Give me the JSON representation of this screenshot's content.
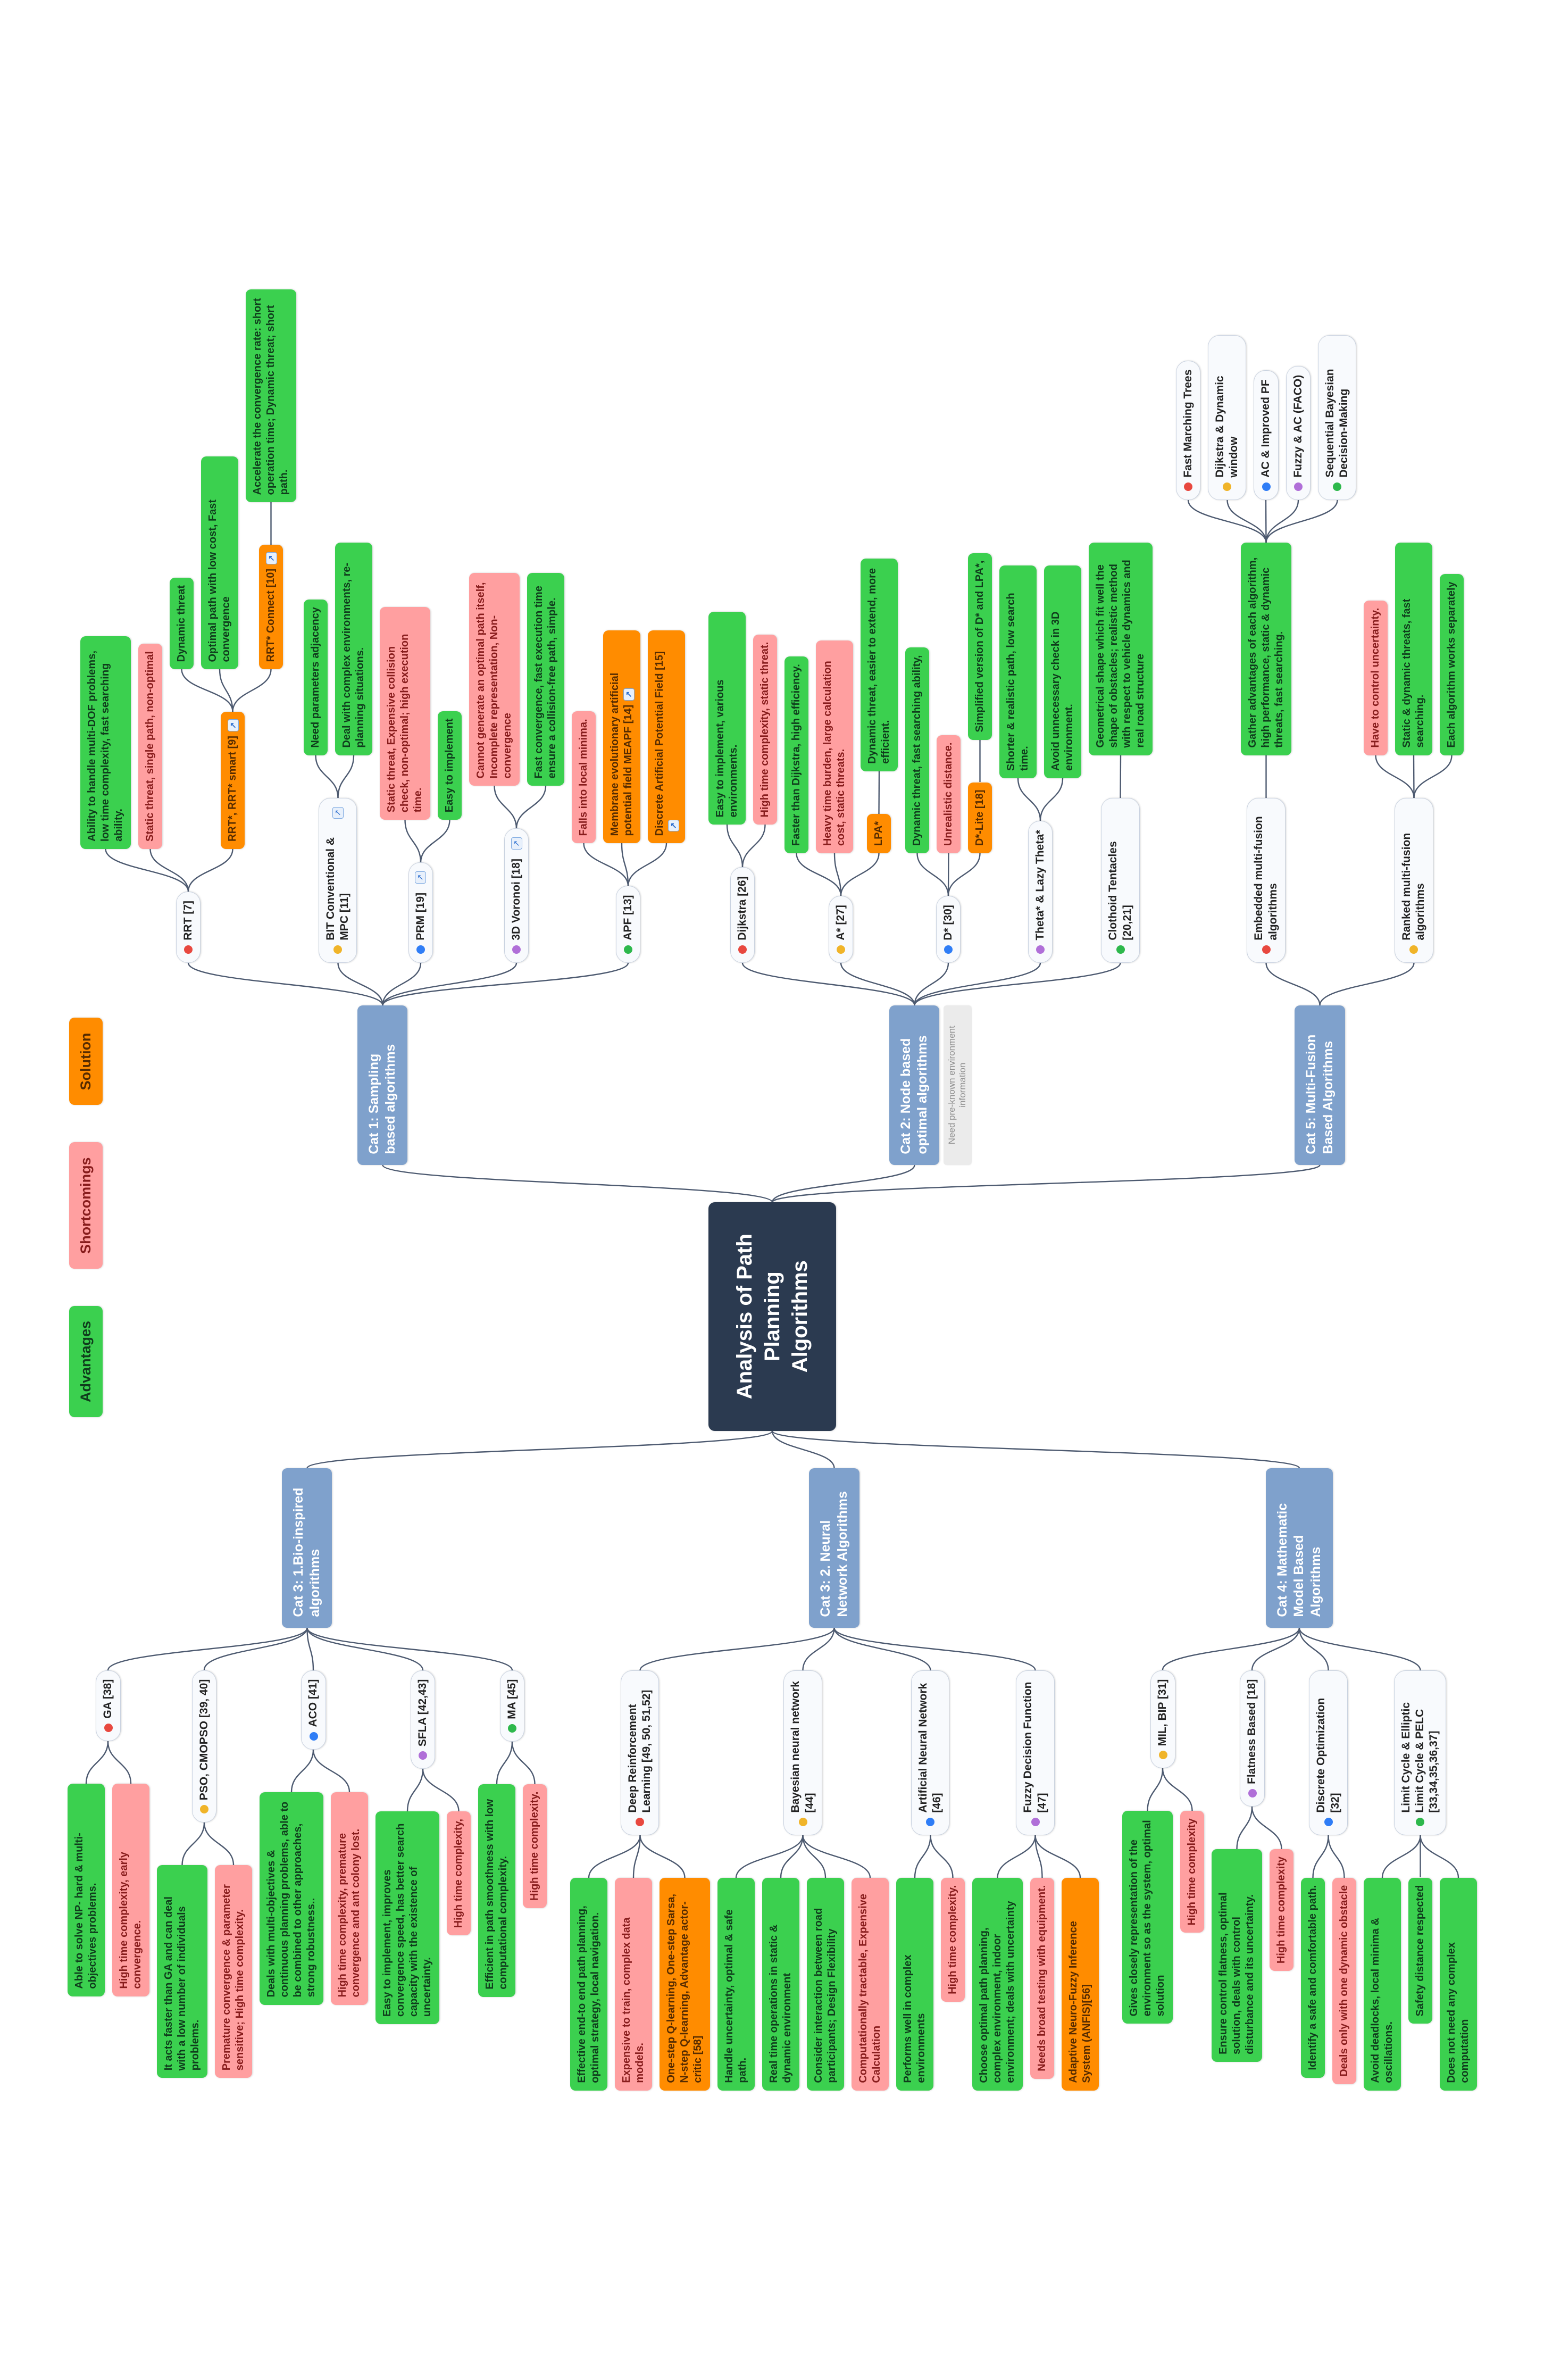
{
  "title": "Analysis of Path Planning Algorithms",
  "legend": [
    {
      "label": "Advantages",
      "type": "advantage"
    },
    {
      "label": "Shortcomings",
      "type": "shortcoming"
    },
    {
      "label": "Solution",
      "type": "solution"
    }
  ],
  "palette": {
    "advantage": "#3bd04f",
    "shortcoming": "#ff9fa0",
    "solution": "#ff8c00",
    "category": "#7fa1cc",
    "central": "#2b3a50",
    "connector": "#4d5a70",
    "dots": {
      "red": "#e8483f",
      "yellow": "#f0b429",
      "blue": "#2f7df6",
      "purple": "#b06fd8",
      "green": "#2eb84c"
    }
  },
  "right": [
    {
      "label": "Cat 1: Sampling based algorithms",
      "type": "category",
      "children": [
        {
          "label": "RRT [7]",
          "type": "algo",
          "dot": "red",
          "children": [
            {
              "label": "Ability to handle multi-DOF problems, low time complexity, fast searching ability.",
              "type": "advantage"
            },
            {
              "label": "Static threat, single path, non-optimal",
              "type": "shortcoming"
            },
            {
              "label": "RRT*, RRT* smart [9]",
              "type": "solution",
              "link": true,
              "children": [
                {
                  "label": "Dynamic threat",
                  "type": "advantage"
                },
                {
                  "label": "Optimal path with low cost, Fast convergence",
                  "type": "advantage"
                },
                {
                  "label": "RRT* Connect [10]",
                  "type": "solution",
                  "link": true,
                  "children": [
                    {
                      "label": "Accelerate the convergence rate: short operation time; Dynamic threat; short path.",
                      "type": "advantage"
                    }
                  ]
                }
              ]
            }
          ]
        },
        {
          "label": "BIT Conventional & MPC [11]",
          "type": "algo",
          "dot": "yellow",
          "link": true,
          "children": [
            {
              "label": "Need parameters adjacency",
              "type": "advantage"
            },
            {
              "label": "Deal with complex environments, re-planning situations.",
              "type": "advantage"
            }
          ]
        },
        {
          "label": "PRM [19]",
          "type": "algo",
          "dot": "blue",
          "link": true,
          "children": [
            {
              "label": "Static threat, Expensive collision check, non-optimal; high execution time.",
              "type": "shortcoming"
            },
            {
              "label": "Easy to implement",
              "type": "advantage"
            }
          ]
        },
        {
          "label": "3D Voronoi [18]",
          "type": "algo",
          "dot": "purple",
          "link": true,
          "children": [
            {
              "label": "Cannot generate an optimal path itself, Incomplete representation, Non-convergence",
              "type": "shortcoming"
            },
            {
              "label": "Fast convergence, fast execution time ensure a collision-free path, simple.",
              "type": "advantage"
            }
          ]
        },
        {
          "label": "APF [13]",
          "type": "algo",
          "dot": "green",
          "children": [
            {
              "label": "Falls into local minima.",
              "type": "shortcoming"
            },
            {
              "label": "Membrane evolutionary artificial potential field MEAPF [14]",
              "type": "solution",
              "link": true
            },
            {
              "label": "Discrete Artificial Potential Field [15]",
              "type": "solution",
              "link": true
            }
          ]
        }
      ]
    },
    {
      "label": "Cat 2: Node based optimal algorithms",
      "type": "category",
      "note": "Need pre-known environment information",
      "children": [
        {
          "label": "Dijkstra [26]",
          "type": "algo",
          "dot": "red",
          "children": [
            {
              "label": "Easy to implement, various environments.",
              "type": "advantage"
            },
            {
              "label": "High time complexity, static threat.",
              "type": "shortcoming"
            }
          ]
        },
        {
          "label": "A* [27]",
          "type": "algo",
          "dot": "yellow",
          "children": [
            {
              "label": "Faster than Dijkstra, high efficiency.",
              "type": "advantage"
            },
            {
              "label": "Heavy time burden, large calculation cost, static threats.",
              "type": "shortcoming"
            },
            {
              "label": "LPA*",
              "type": "solution",
              "children": [
                {
                  "label": "Dynamic threat, easier to extend, more efficient.",
                  "type": "advantage"
                }
              ]
            }
          ]
        },
        {
          "label": "D* [30]",
          "type": "algo",
          "dot": "blue",
          "children": [
            {
              "label": "Dynamic threat, fast searching ability,",
              "type": "advantage"
            },
            {
              "label": "Unrealistic distance.",
              "type": "shortcoming"
            },
            {
              "label": "D*-Lite [18]",
              "type": "solution",
              "children": [
                {
                  "label": "Simplified version of D* and LPA*,",
                  "type": "advantage"
                }
              ]
            }
          ]
        },
        {
          "label": "Theta* & Lazy Theta*",
          "type": "algo",
          "dot": "purple",
          "children": [
            {
              "label": "Shorter & realistic path, low search time.",
              "type": "advantage"
            },
            {
              "label": "Avoid unnecessary check in 3D environment.",
              "type": "advantage"
            }
          ]
        },
        {
          "label": "Clothoid Tentacles [20,21]",
          "type": "algo",
          "dot": "green",
          "children": [
            {
              "label": "Geometrical shape which fit well the shape of obstacles; realistic method with respect to vehicle dynamics and real road structure",
              "type": "advantage"
            }
          ]
        }
      ]
    },
    {
      "label": "Cat 5: Multi-Fusion Based Algorithms",
      "type": "category",
      "children": [
        {
          "label": "Embedded multi-fusion algorithms",
          "type": "algo",
          "dot": "red",
          "children": [
            {
              "label": "Gather advantages of each algorithm, high performance, static & dynamic threats, fast searching.",
              "type": "advantage",
              "children": [
                {
                  "label": "Fast Marching Trees",
                  "type": "algo",
                  "dot": "red"
                },
                {
                  "label": "Dijkstra & Dynamic window",
                  "type": "algo",
                  "dot": "yellow"
                },
                {
                  "label": "AC & Improved PF",
                  "type": "algo",
                  "dot": "blue"
                },
                {
                  "label": "Fuzzy & AC (FACO)",
                  "type": "algo",
                  "dot": "purple"
                },
                {
                  "label": "Sequential Bayesian Decision-Making",
                  "type": "algo",
                  "dot": "green"
                }
              ]
            }
          ]
        },
        {
          "label": "Ranked multi-fusion algorithms",
          "type": "algo",
          "dot": "yellow",
          "children": [
            {
              "label": "Have to control uncertainty.",
              "type": "shortcoming"
            },
            {
              "label": "Static & dynamic threats, fast searching.",
              "type": "advantage"
            },
            {
              "label": "Each algorithm works separately",
              "type": "advantage"
            }
          ]
        }
      ]
    }
  ],
  "left": [
    {
      "label": "Cat 3: 1.Bio-inspired algorithms",
      "type": "category",
      "children": [
        {
          "label": "GA [38]",
          "type": "algo",
          "dot": "red",
          "children": [
            {
              "label": "Able to solve NP- hard & multi-objectives problems.",
              "type": "advantage"
            },
            {
              "label": "High time complexity, early convergence.",
              "type": "shortcoming"
            }
          ]
        },
        {
          "label": "PSO, CMOPSO [39, 40]",
          "type": "algo",
          "dot": "yellow",
          "children": [
            {
              "label": "It acts faster than GA and can deal with a low number of individuals problems.",
              "type": "advantage"
            },
            {
              "label": "Premature convergence & parameter sensitive; High time complexity.",
              "type": "shortcoming"
            }
          ]
        },
        {
          "label": "ACO [41]",
          "type": "algo",
          "dot": "blue",
          "children": [
            {
              "label": "Deals with multi-objectives & continuous planning problems, able to be combined to other approaches, strong robustness..",
              "type": "advantage"
            },
            {
              "label": "High time complexity, premature convergence and ant colony lost.",
              "type": "shortcoming"
            }
          ]
        },
        {
          "label": "SFLA [42,43]",
          "type": "algo",
          "dot": "purple",
          "children": [
            {
              "label": "Easy to implement, improves convergence speed, has better search capacity with the existence of uncertainty.",
              "type": "advantage"
            },
            {
              "label": "High time complexity,",
              "type": "shortcoming"
            }
          ]
        },
        {
          "label": "MA [45]",
          "type": "algo",
          "dot": "green",
          "children": [
            {
              "label": "Efficient in path smoothness with low computational complexity.",
              "type": "advantage"
            },
            {
              "label": "High time complexity.",
              "type": "shortcoming"
            }
          ]
        }
      ]
    },
    {
      "label": "Cat 3: 2. Neural Network Algorithms",
      "type": "category",
      "children": [
        {
          "label": "Deep Reinforcement Learning [49, 50, 51,52]",
          "type": "algo",
          "dot": "red",
          "children": [
            {
              "label": "Effective end-to end path planning, optimal strategy, local navigation.",
              "type": "advantage"
            },
            {
              "label": "Expensive to train, complex data models.",
              "type": "shortcoming"
            },
            {
              "label": "One-step Q-learning, One-step Sarsa, N-step Q-learning, Advantage actor-critic [58]",
              "type": "solution"
            }
          ]
        },
        {
          "label": "Bayesian neural network [44]",
          "type": "algo",
          "dot": "yellow",
          "children": [
            {
              "label": "Handle uncertainty, optimal & safe path.",
              "type": "advantage"
            },
            {
              "label": "Real time operations in static & dynamic environment",
              "type": "advantage"
            },
            {
              "label": "Consider interaction between road participants; Design Flexibility",
              "type": "advantage"
            },
            {
              "label": "Computationally tractable, Expensive Calculation",
              "type": "shortcoming"
            }
          ]
        },
        {
          "label": "Artificial Neural Network [46]",
          "type": "algo",
          "dot": "blue",
          "children": [
            {
              "label": "Performs well in complex environments",
              "type": "advantage"
            },
            {
              "label": "High time complexity.",
              "type": "shortcoming"
            }
          ]
        },
        {
          "label": "Fuzzy Decision Function [47]",
          "type": "algo",
          "dot": "purple",
          "children": [
            {
              "label": "Choose optimal path planning, complex environment, indoor environment; deals with uncertainty",
              "type": "advantage"
            },
            {
              "label": "Needs broad testing with equipment.",
              "type": "shortcoming"
            },
            {
              "label": "Adaptive Neuro-Fuzzy Inference System (ANFIS)[56]",
              "type": "solution"
            }
          ]
        }
      ]
    },
    {
      "label": "Cat 4: Mathematic Model Based Algorithms",
      "type": "category",
      "children": [
        {
          "label": "MIL, BIP [31]",
          "type": "algo",
          "dot": "yellow",
          "children": [
            {
              "label": "Gives closely representation of the environment so as the system, optimal solution",
              "type": "advantage"
            },
            {
              "label": "High time complexity",
              "type": "shortcoming"
            }
          ]
        },
        {
          "label": "Flatness Based [18]",
          "type": "algo",
          "dot": "purple",
          "children": [
            {
              "label": "Ensure control flatness, optimal solution, deals with control disturbance and its uncertainty.",
              "type": "advantage"
            },
            {
              "label": "High time complexity",
              "type": "shortcoming"
            }
          ]
        },
        {
          "label": "Discrete Optimization [32]",
          "type": "algo",
          "dot": "blue",
          "children": [
            {
              "label": "Identify a safe and comfortable path.",
              "type": "advantage"
            },
            {
              "label": "Deals only with one dynamic obstacle",
              "type": "shortcoming"
            }
          ]
        },
        {
          "label": "Limit Cycle & Elliptic Limit Cycle & PELC [33,34,35,36,37]",
          "type": "algo",
          "dot": "green",
          "children": [
            {
              "label": "Avoid deadlocks, local minima & oscillations.",
              "type": "advantage"
            },
            {
              "label": "Safety distance respected",
              "type": "advantage"
            },
            {
              "label": "Does not need any complex computation",
              "type": "advantage"
            }
          ]
        }
      ]
    }
  ]
}
